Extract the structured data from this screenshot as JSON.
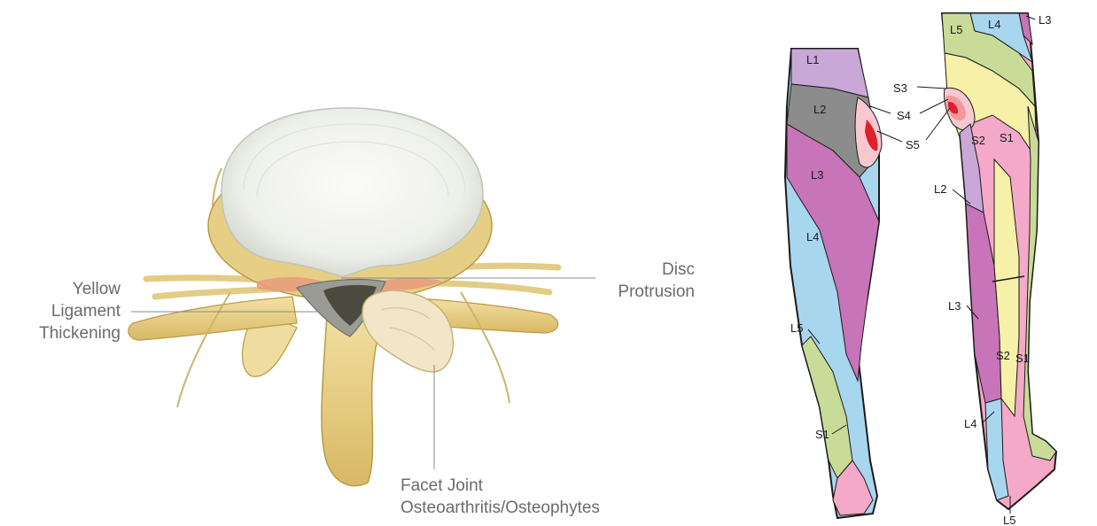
{
  "spine_figure": {
    "labels": {
      "yellow_ligament": [
        "Yellow",
        "Ligament",
        "Thickening"
      ],
      "disc_protrusion": [
        "Disc",
        "Protrusion"
      ],
      "facet_joint": [
        "Facet Joint",
        "Osteoarthritis/Osteophytes"
      ]
    }
  },
  "dermatome_figure": {
    "front_leg_labels": [
      "L1",
      "L2",
      "L3",
      "L4",
      "L5",
      "S1"
    ],
    "callout_labels": [
      "S3",
      "S4",
      "S5"
    ],
    "back_leg_labels": [
      "L5",
      "L4",
      "L3",
      "S2",
      "S1",
      "L2",
      "L3",
      "S2",
      "S1",
      "L4",
      "L5"
    ],
    "zone_colors": {
      "L1": "#c9a8d8",
      "L2": "#8c8c8c",
      "L3": "#c874b8",
      "L4": "#a8d6ef",
      "L5": "#c8dc98",
      "S1": "#f4a9c8",
      "S2": "#f6f0a8",
      "S3": "#f8c8d0",
      "S4": "#f09aa0",
      "S5": "#e0202a"
    }
  }
}
